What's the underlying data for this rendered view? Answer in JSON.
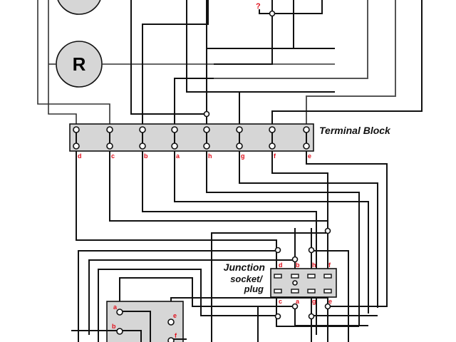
{
  "diagram": {
    "title": "Wiring diagram: Terminal Block to Junction socket/plug",
    "components": {
      "resistor_label": "R",
      "unknown_marker": "?"
    },
    "terminal_block": {
      "label": "Terminal Block",
      "pins": [
        "d",
        "c",
        "b",
        "a",
        "h",
        "g",
        "f",
        "e"
      ]
    },
    "junction": {
      "label_line1": "Junction",
      "label_line2": "socket/",
      "label_line3": "plug",
      "top_pins": [
        "d",
        "b",
        "h",
        "f"
      ],
      "bottom_pins": [
        "c",
        "a",
        "g",
        "e"
      ]
    },
    "lower_switch": {
      "pins_left": [
        "a",
        "b"
      ],
      "pins_right": [
        "e",
        "f"
      ]
    },
    "colors": {
      "wire": "#111111",
      "block_fill": "#d6d6d6",
      "pin_label": "#e0101c"
    }
  }
}
